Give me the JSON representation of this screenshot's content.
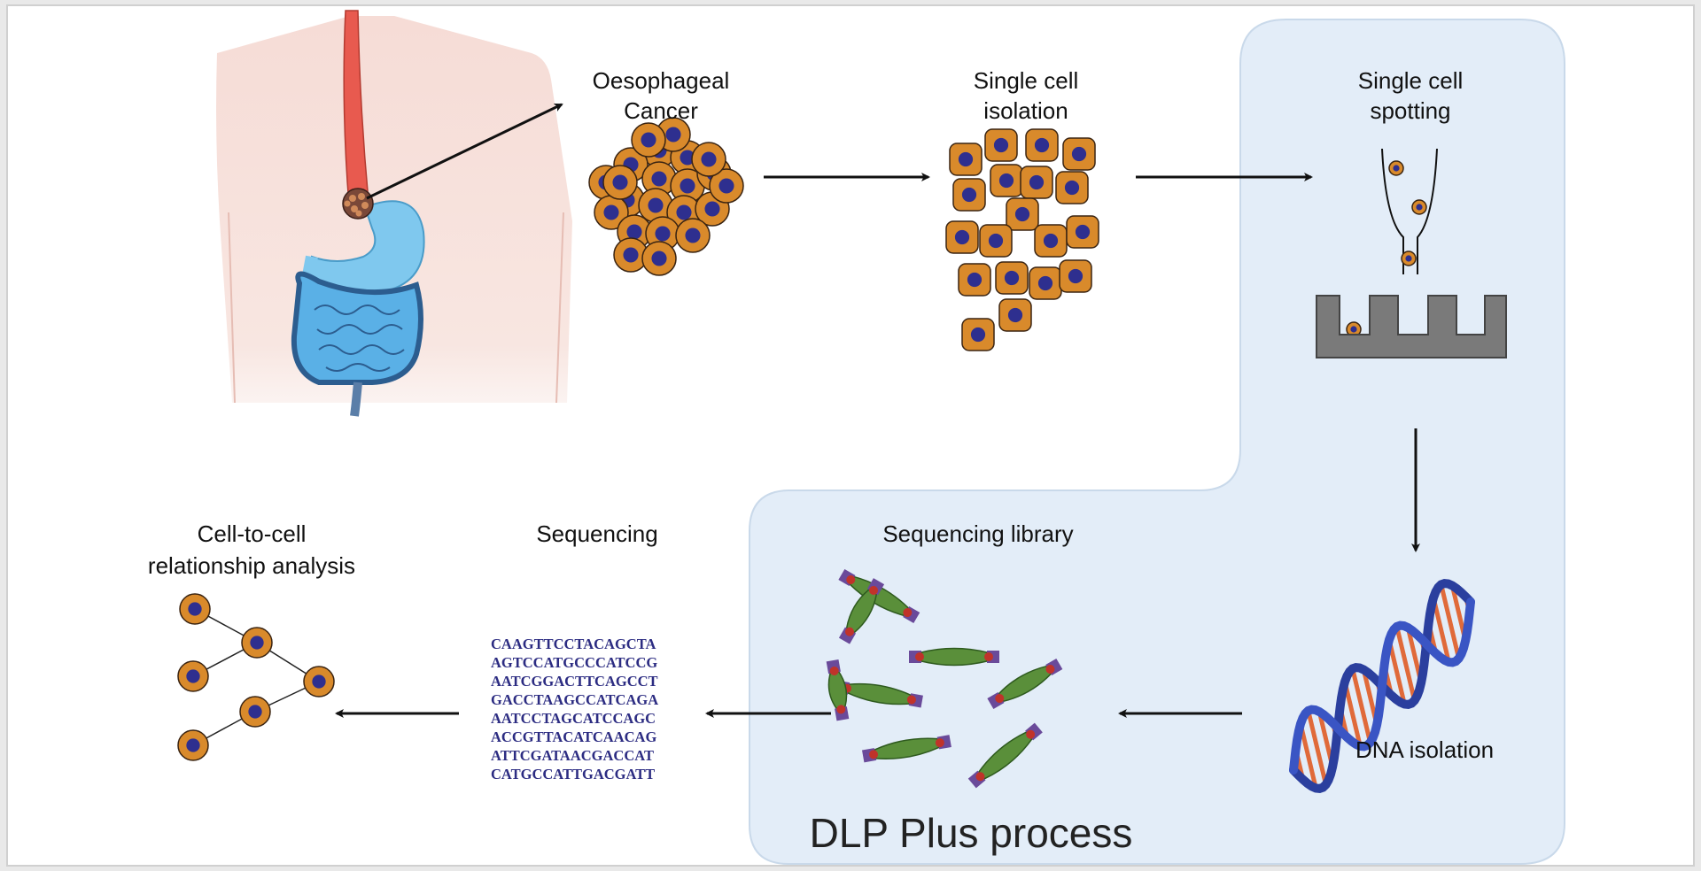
{
  "labels": {
    "oesophageal_line1": "Oesophageal",
    "oesophageal_line2": "Cancer",
    "isolation_line1": "Single cell",
    "isolation_line2": "isolation",
    "spotting_line1": "Single cell",
    "spotting_line2": "spotting",
    "dna_isolation": "DNA isolation",
    "sequencing_library": "Sequencing library",
    "sequencing": "Sequencing",
    "relationship_line1": "Cell-to-cell",
    "relationship_line2": "relationship analysis",
    "process_title": "DLP Plus process"
  },
  "sequences": [
    "CAAGTTCCTACAGCTA",
    "AGTCCATGCCCATCCG",
    "AATCGGACTTCAGCCT",
    "GACCTAAGCCATCAGA",
    "AATCCTAGCATCCAGC",
    "ACCGTTACATCAACAG",
    "ATTCGATAACGACCAT",
    "CATGCCATTGACGATT"
  ],
  "colors": {
    "cell_fill": "#d98a2b",
    "cell_nucleus": "#2e2f8f",
    "panel_blue": "#e3edf8",
    "dna_strand": "#2b3f9e",
    "dna_rung": "#e06a3a"
  }
}
